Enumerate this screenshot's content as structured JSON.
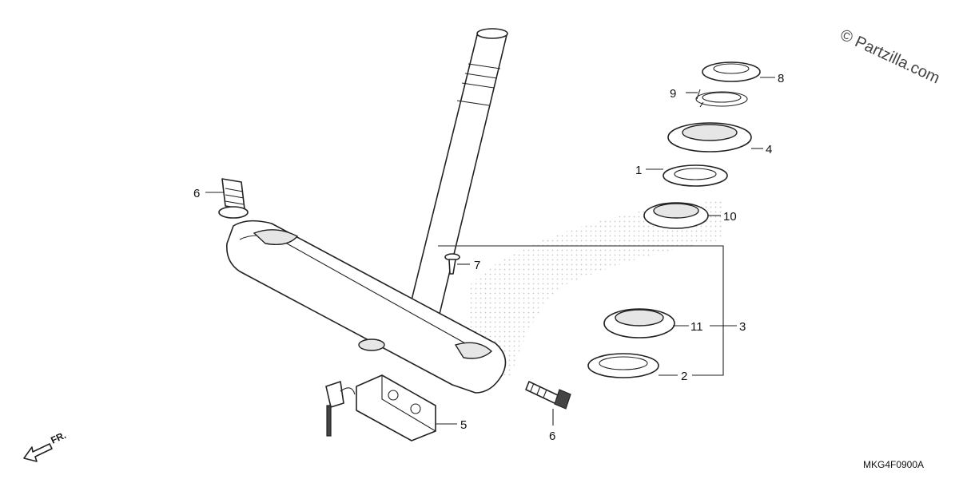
{
  "watermark": "© Partzilla.com",
  "diagram_code": "MKG4F0900A",
  "front_indicator": "FR.",
  "callouts": {
    "c1": "1",
    "c2": "2",
    "c3": "3",
    "c4": "4",
    "c5": "5",
    "c6a": "6",
    "c6b": "6",
    "c7": "7",
    "c8": "8",
    "c9": "9",
    "c10": "10",
    "c11": "11"
  }
}
